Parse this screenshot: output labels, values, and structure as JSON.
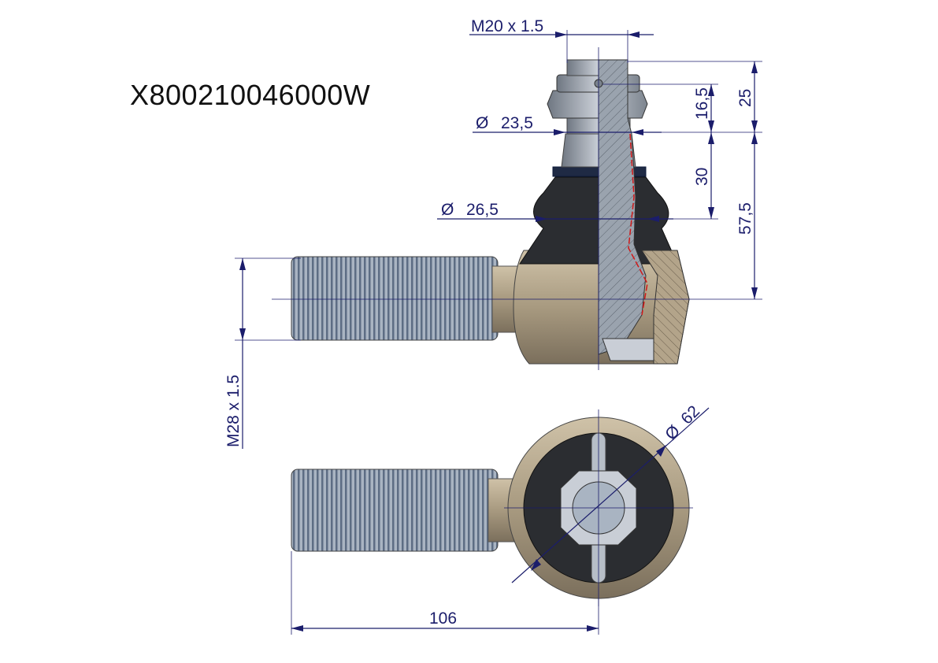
{
  "part_number": "X800210046000W",
  "dimensions": {
    "stud_thread": "M20 x 1.5",
    "shank_thread": "M28 x 1.5",
    "dia_23_5": "23,5",
    "dia_26_5": "26,5",
    "dia_62": "62",
    "h_16_5": "16,5",
    "h_25": "25",
    "h_30": "30",
    "h_57_5": "57,5",
    "length_106": "106",
    "diameter_symbol": "Ø"
  },
  "colors": {
    "dimension": "#1b1d6b",
    "body": "#b3a48a",
    "boot": "#2b2d31",
    "steel": "#9aa3ae"
  }
}
